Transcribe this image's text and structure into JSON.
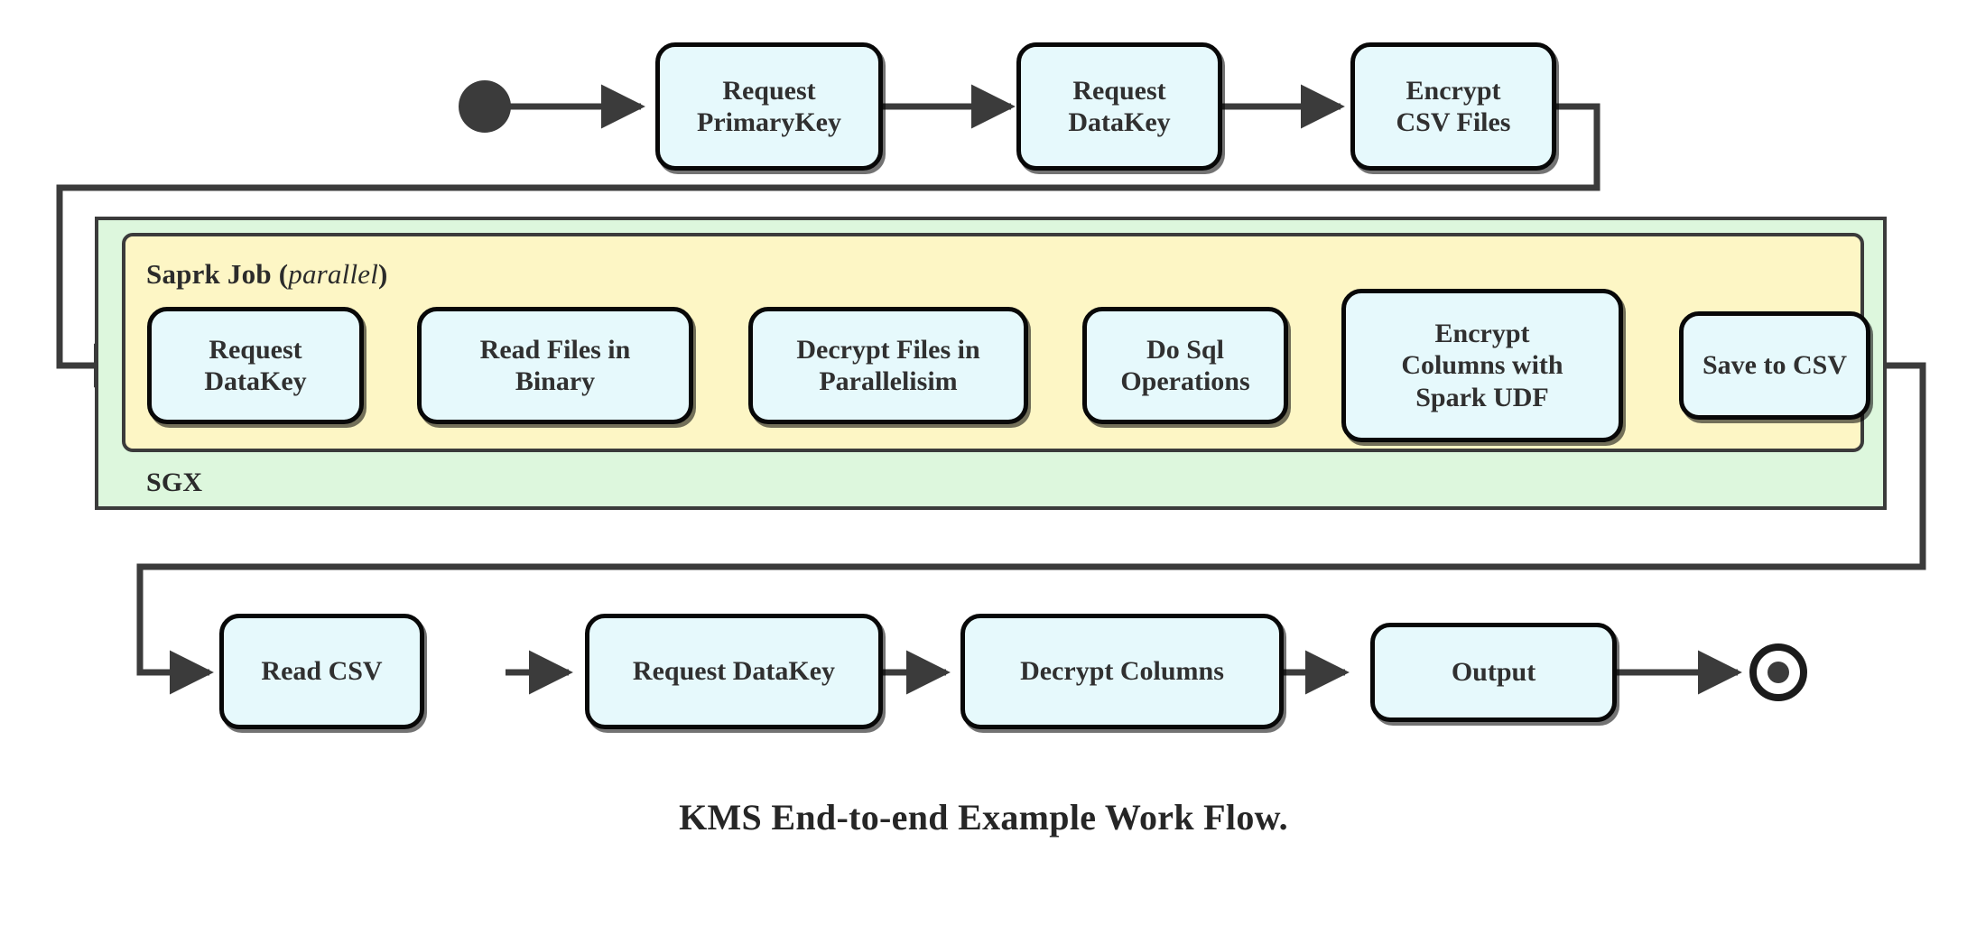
{
  "diagram": {
    "caption": "KMS End-to-end Example Work Flow.",
    "colors": {
      "node_fill": "#e6f9fc",
      "node_stroke": "#080808",
      "sgx_fill": "#ddf7dd",
      "spark_fill": "#fdf6c5",
      "container_stroke": "#3b3b3b",
      "text": "#303030",
      "edge": "#3b3b3b"
    },
    "terminals": {
      "start_name": "start-node",
      "end_name": "end-node"
    },
    "containers": [
      {
        "id": "sgx",
        "label": "SGX",
        "label_position": "bottom-left"
      },
      {
        "id": "spark-job",
        "label": "Saprk Job",
        "label_suffix_open": "(",
        "label_suffix_italic": "parallel",
        "label_suffix_close": ")",
        "label_position": "top-left"
      }
    ],
    "rows": {
      "top": {
        "nodes": [
          {
            "id": "request-primarykey",
            "lines": [
              "Request",
              "PrimaryKey"
            ]
          },
          {
            "id": "request-datakey-top",
            "lines": [
              "Request",
              "DataKey"
            ]
          },
          {
            "id": "encrypt-csv-files",
            "lines": [
              "Encrypt",
              "CSV Files"
            ]
          }
        ]
      },
      "middle": {
        "nodes": [
          {
            "id": "request-datakey-spark",
            "lines": [
              "Request",
              "DataKey"
            ]
          },
          {
            "id": "read-files-in-binary",
            "lines": [
              "Read Files in",
              "Binary"
            ]
          },
          {
            "id": "decrypt-files-in-parallelisim",
            "lines": [
              "Decrypt Files in",
              "Parallelisim"
            ]
          },
          {
            "id": "do-sql-operations",
            "lines": [
              "Do Sql",
              "Operations"
            ]
          },
          {
            "id": "encrypt-columns-with-spark-udf",
            "lines": [
              "Encrypt",
              "Columns with",
              "Spark UDF"
            ]
          },
          {
            "id": "save-to-csv",
            "lines": [
              "Save to CSV"
            ]
          }
        ]
      },
      "bottom": {
        "nodes": [
          {
            "id": "read-csv",
            "lines": [
              "Read CSV"
            ]
          },
          {
            "id": "request-datakey-bottom",
            "lines": [
              "Request DataKey"
            ]
          },
          {
            "id": "decrypt-columns",
            "lines": [
              "Decrypt Columns"
            ]
          },
          {
            "id": "output",
            "lines": [
              "Output"
            ]
          }
        ]
      }
    },
    "flow_order": [
      "start",
      "Request PrimaryKey",
      "Request DataKey",
      "Encrypt CSV Files",
      "Request DataKey",
      "Read Files in Binary",
      "Decrypt Files in Parallelisim",
      "Do Sql Operations",
      "Encrypt Columns with Spark UDF",
      "Save to CSV",
      "Read CSV",
      "Request DataKey",
      "Decrypt Columns",
      "Output",
      "end"
    ]
  }
}
